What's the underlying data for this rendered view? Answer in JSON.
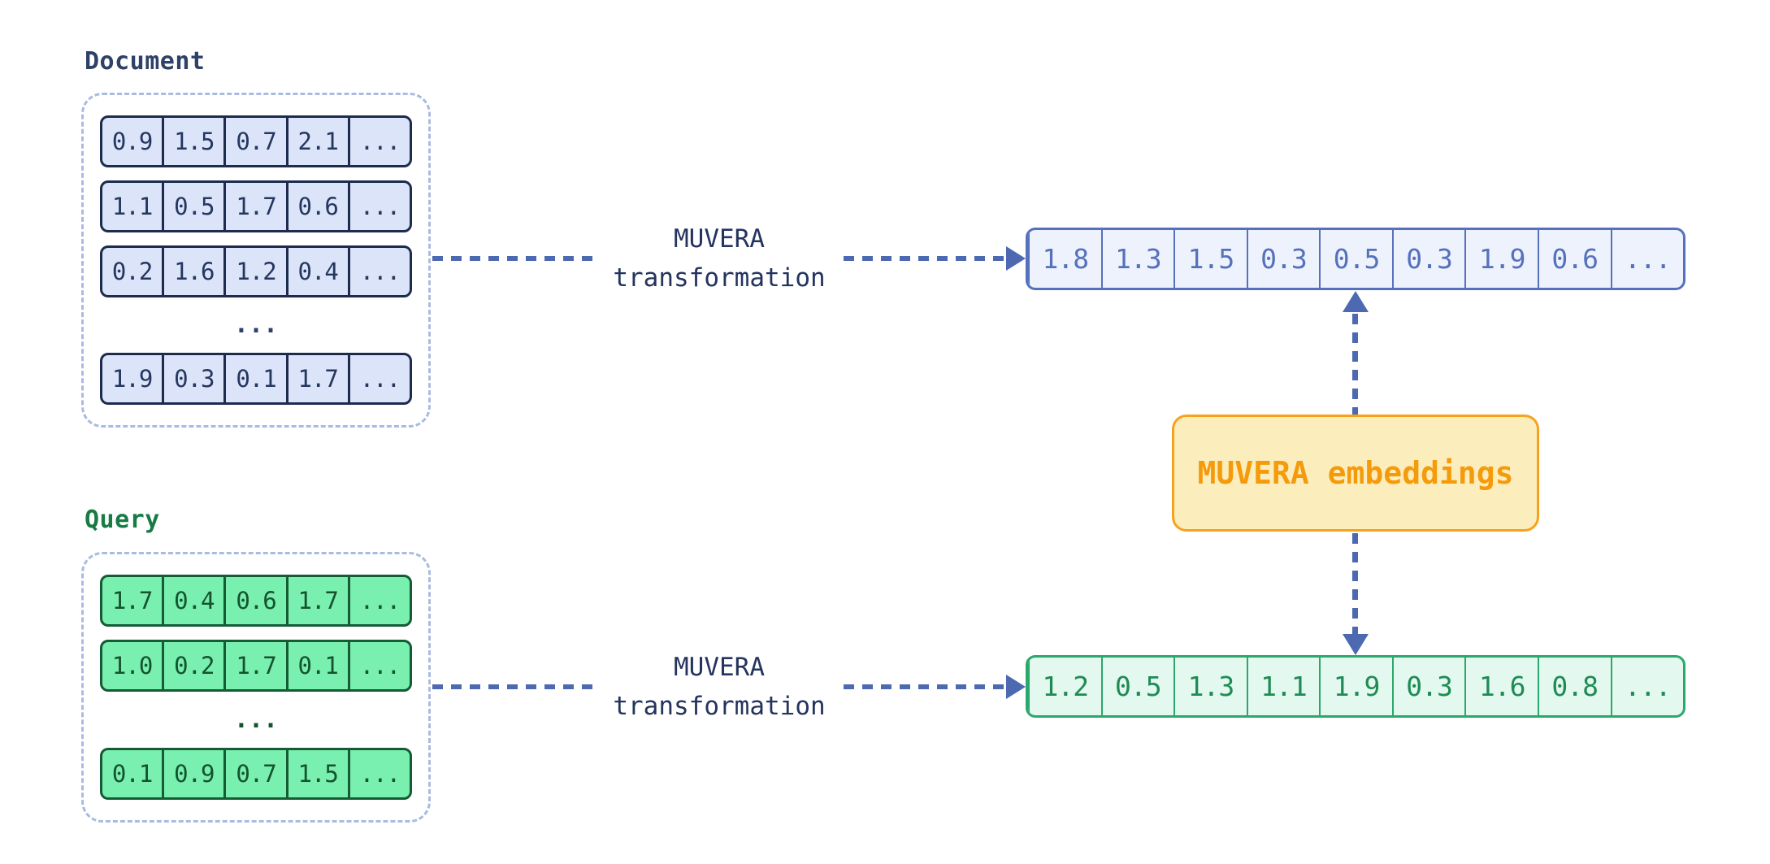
{
  "palette": {
    "background": "#ffffff",
    "navy_text": "#24345f",
    "doc_cell_fill": "#dbe4f8",
    "doc_cell_border": "#1d2b4e",
    "query_cell_fill": "#79efb0",
    "query_cell_border": "#155b34",
    "query_label_green": "#177b44",
    "dashed_container_border": "#a9bbe2",
    "arrow_blue": "#4c69b1",
    "out_doc_accent": "#5671bc",
    "out_doc_fill": "#edf2fc",
    "out_query_accent": "#2ba86b",
    "out_query_text": "#1e8b55",
    "out_query_fill": "#e3f8ee",
    "embeddings_fill": "#fcedbc",
    "embeddings_border": "#f7a21d",
    "embeddings_text": "#f59b0b"
  },
  "document": {
    "label": "Document",
    "row1": [
      "0.9",
      "1.5",
      "0.7",
      "2.1",
      "..."
    ],
    "row2": [
      "1.1",
      "0.5",
      "1.7",
      "0.6",
      "..."
    ],
    "row3": [
      "0.2",
      "1.6",
      "1.2",
      "0.4",
      "..."
    ],
    "ellipsis": "...",
    "row4": [
      "1.9",
      "0.3",
      "0.1",
      "1.7",
      "..."
    ]
  },
  "query": {
    "label": "Query",
    "row1": [
      "1.7",
      "0.4",
      "0.6",
      "1.7",
      "..."
    ],
    "row2": [
      "1.0",
      "0.2",
      "1.7",
      "0.1",
      "..."
    ],
    "ellipsis": "...",
    "row3": [
      "0.1",
      "0.9",
      "0.7",
      "1.5",
      "..."
    ]
  },
  "transform": {
    "label_line1": "MUVERA",
    "label_line2": "transformation"
  },
  "outputs": {
    "document_vector": [
      "1.8",
      "1.3",
      "1.5",
      "0.3",
      "0.5",
      "0.3",
      "1.9",
      "0.6",
      "..."
    ],
    "query_vector": [
      "1.2",
      "0.5",
      "1.3",
      "1.1",
      "1.9",
      "0.3",
      "1.6",
      "0.8",
      "..."
    ],
    "embeddings_label": "MUVERA embeddings"
  }
}
